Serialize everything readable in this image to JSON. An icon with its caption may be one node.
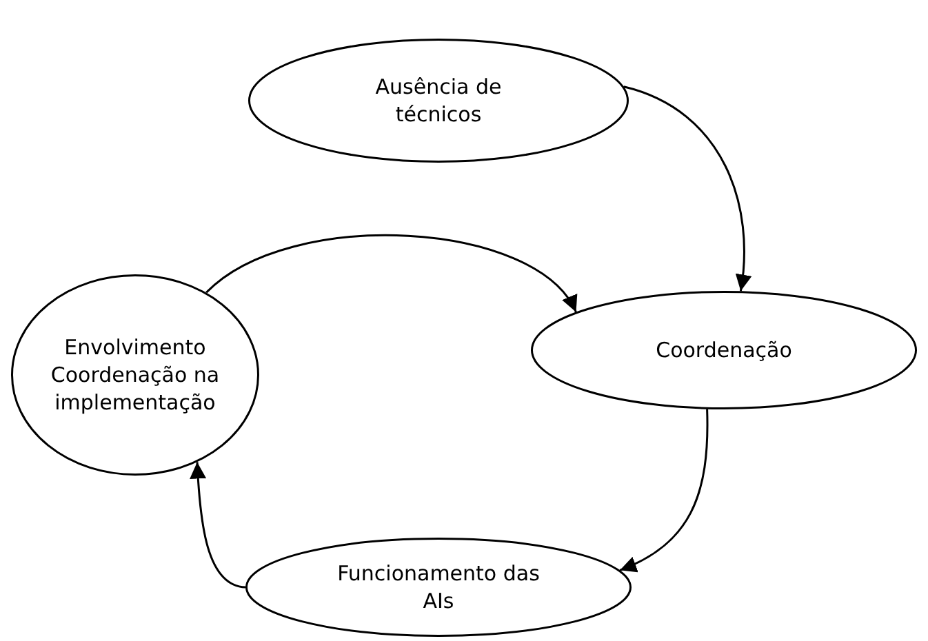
{
  "diagram": {
    "nodes": [
      {
        "text": [
          "Ausência de técnicos"
        ]
      },
      {
        "text": [
          "Envolvimento Coordenação na implementação"
        ]
      },
      {
        "text": [
          "Coordenação"
        ]
      },
      {
        "text": [
          "Funcionamento das AIs"
        ]
      }
    ],
    "edges": [
      {
        "from": 0,
        "to": 2,
        "arrow": "to"
      },
      {
        "from": 1,
        "to": 2,
        "arrow": "to"
      },
      {
        "from": 2,
        "to": 3,
        "arrow": "to"
      },
      {
        "from": 3,
        "to": 1,
        "arrow": "to"
      }
    ]
  }
}
